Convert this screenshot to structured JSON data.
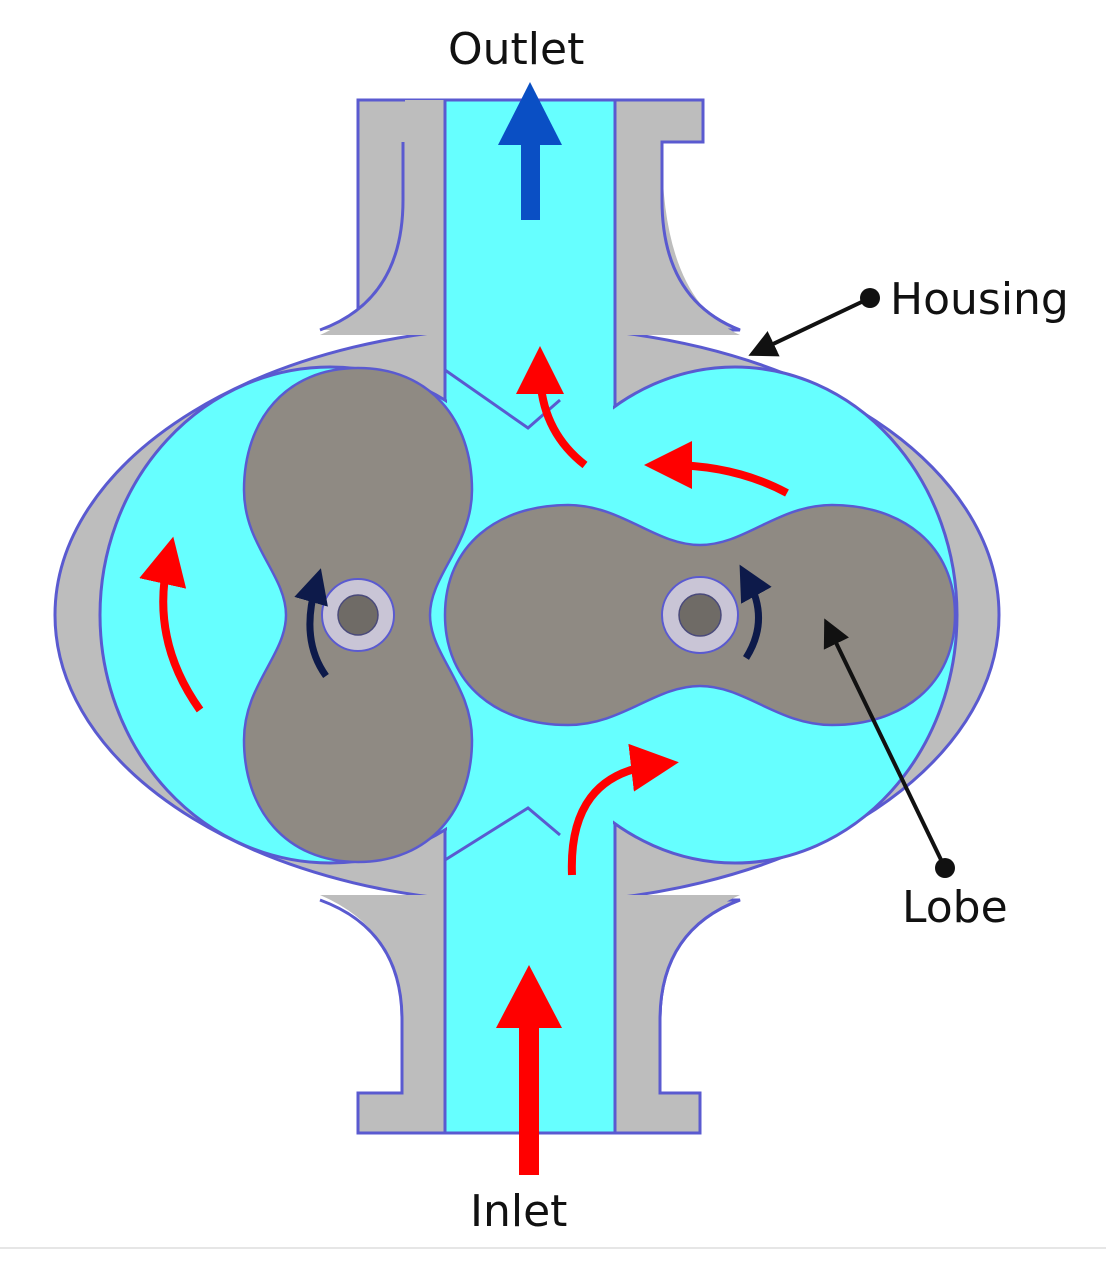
{
  "labels": {
    "outlet": "Outlet",
    "inlet": "Inlet",
    "housing": "Housing",
    "lobe": "Lobe"
  },
  "colors": {
    "housing": "#bdbdbd",
    "housing_outline": "#5a5ad0",
    "fluid": "#66ffff",
    "lobe": "#8f8a83",
    "hub_ring": "#c9c5d6",
    "hub_center": "#6f6b66",
    "flow_arrow": "#ff0000",
    "outlet_arrow": "#0a4fc4",
    "rotation_arrow": "#0d1a4a",
    "callout": "#111111"
  }
}
